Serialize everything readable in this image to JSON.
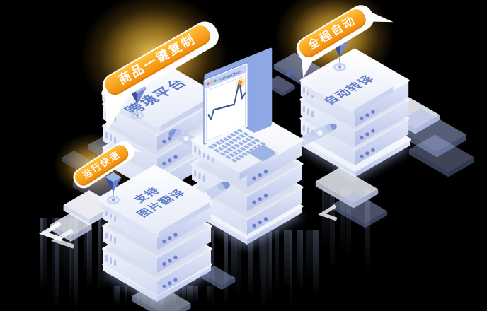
{
  "scene": {
    "description": "isometric cloud server stacks illustration",
    "background_color": "#000000",
    "ribbons": [
      {
        "label": "商品一键复制"
      },
      {
        "label": "全程自动"
      },
      {
        "label": "运行快速"
      }
    ],
    "stacks": [
      {
        "label": "跨境平台"
      },
      {
        "label": "自动转译"
      },
      {
        "label_line1": "支持",
        "label_line2": "图片翻译"
      }
    ],
    "laptop": {
      "window_title": "EsDataClean"
    },
    "colors": {
      "ribbon_orange": "#F28D0E",
      "glow_yellow": "#F9BC37",
      "label_blue": "#5D7AC5",
      "periwinkle": "#8EA8E6",
      "chart_line": "#3D5A98",
      "chart_point": "#F0941F"
    }
  }
}
